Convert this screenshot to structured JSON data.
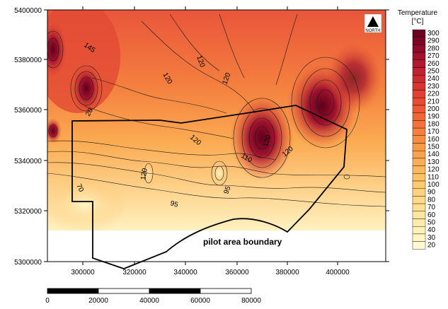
{
  "legend": {
    "title_line1": "Temperature",
    "title_line2": "[°C]",
    "values": [
      "300",
      "290",
      "280",
      "270",
      "260",
      "250",
      "240",
      "230",
      "220",
      "210",
      "200",
      "190",
      "180",
      "170",
      "160",
      "150",
      "140",
      "130",
      "120",
      "110",
      "100",
      "90",
      "80",
      "70",
      "60",
      "50",
      "40",
      "30",
      "20"
    ],
    "colors": [
      "#6b0020",
      "#7d0226",
      "#8f0a2b",
      "#a0122e",
      "#b01a30",
      "#bf2232",
      "#cc2b32",
      "#d83532",
      "#e14032",
      "#e84c33",
      "#ed5935",
      "#f16637",
      "#f4733a",
      "#f6803e",
      "#f88c43",
      "#f99848",
      "#faa34e",
      "#fbae55",
      "#fcb85d",
      "#fdc166",
      "#fdca70",
      "#fed27b",
      "#fed987",
      "#fee093",
      "#fee69f",
      "#ffebab",
      "#fff0b8",
      "#fff4c4",
      "#fff8d2"
    ]
  },
  "north_arrow": {
    "label": "NORTH"
  },
  "x_axis": {
    "tick_labels": [
      "300000",
      "320000",
      "340000",
      "360000",
      "380000",
      "400000"
    ]
  },
  "y_axis": {
    "tick_labels": [
      "5400000",
      "5380000",
      "5360000",
      "5340000",
      "5320000",
      "5300000"
    ]
  },
  "scale_bar": {
    "labels": [
      "0",
      "20000",
      "40000",
      "60000",
      "80000"
    ]
  },
  "contour_labels": [
    "145",
    "120",
    "120",
    "120",
    "20",
    "120",
    "120",
    "120",
    "110",
    "95",
    "95",
    "70",
    "120"
  ],
  "annotation": {
    "boundary_label": "pilot area boundary"
  },
  "colors": {
    "frame": "#000000",
    "hot": "#8a0628",
    "warm": "#ef5a35",
    "mild": "#fbb35b",
    "cool": "#fff1bf"
  }
}
